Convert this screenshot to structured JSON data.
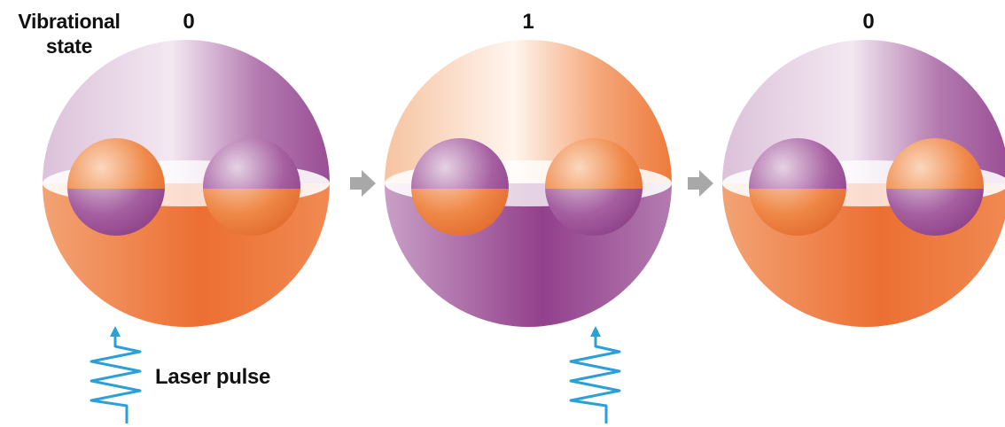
{
  "header": {
    "state_label_line1": "Vibrational",
    "state_label_line2": "state"
  },
  "states": [
    {
      "value": "0",
      "outer_top": "purple",
      "outer_bottom": "orange",
      "left_ion": [
        "orange",
        "purple"
      ],
      "right_ion": [
        "purple",
        "orange"
      ]
    },
    {
      "value": "1",
      "outer_top": "orange",
      "outer_bottom": "purple",
      "left_ion": [
        "purple",
        "orange"
      ],
      "right_ion": [
        "orange",
        "purple"
      ]
    },
    {
      "value": "0",
      "outer_top": "purple",
      "outer_bottom": "orange",
      "left_ion": [
        "purple",
        "orange"
      ],
      "right_ion": [
        "orange",
        "purple"
      ]
    }
  ],
  "laser": {
    "label": "Laser pulse",
    "pulses_under_state": [
      0,
      1
    ]
  },
  "colors": {
    "orange": "#ee7a3c",
    "orange_light": "#fbd7bd",
    "purple": "#9a4d95",
    "purple_light": "#dcc1d9",
    "arrow": "#a8a8a8",
    "laser": "#2a9fd8",
    "text": "#111111"
  }
}
